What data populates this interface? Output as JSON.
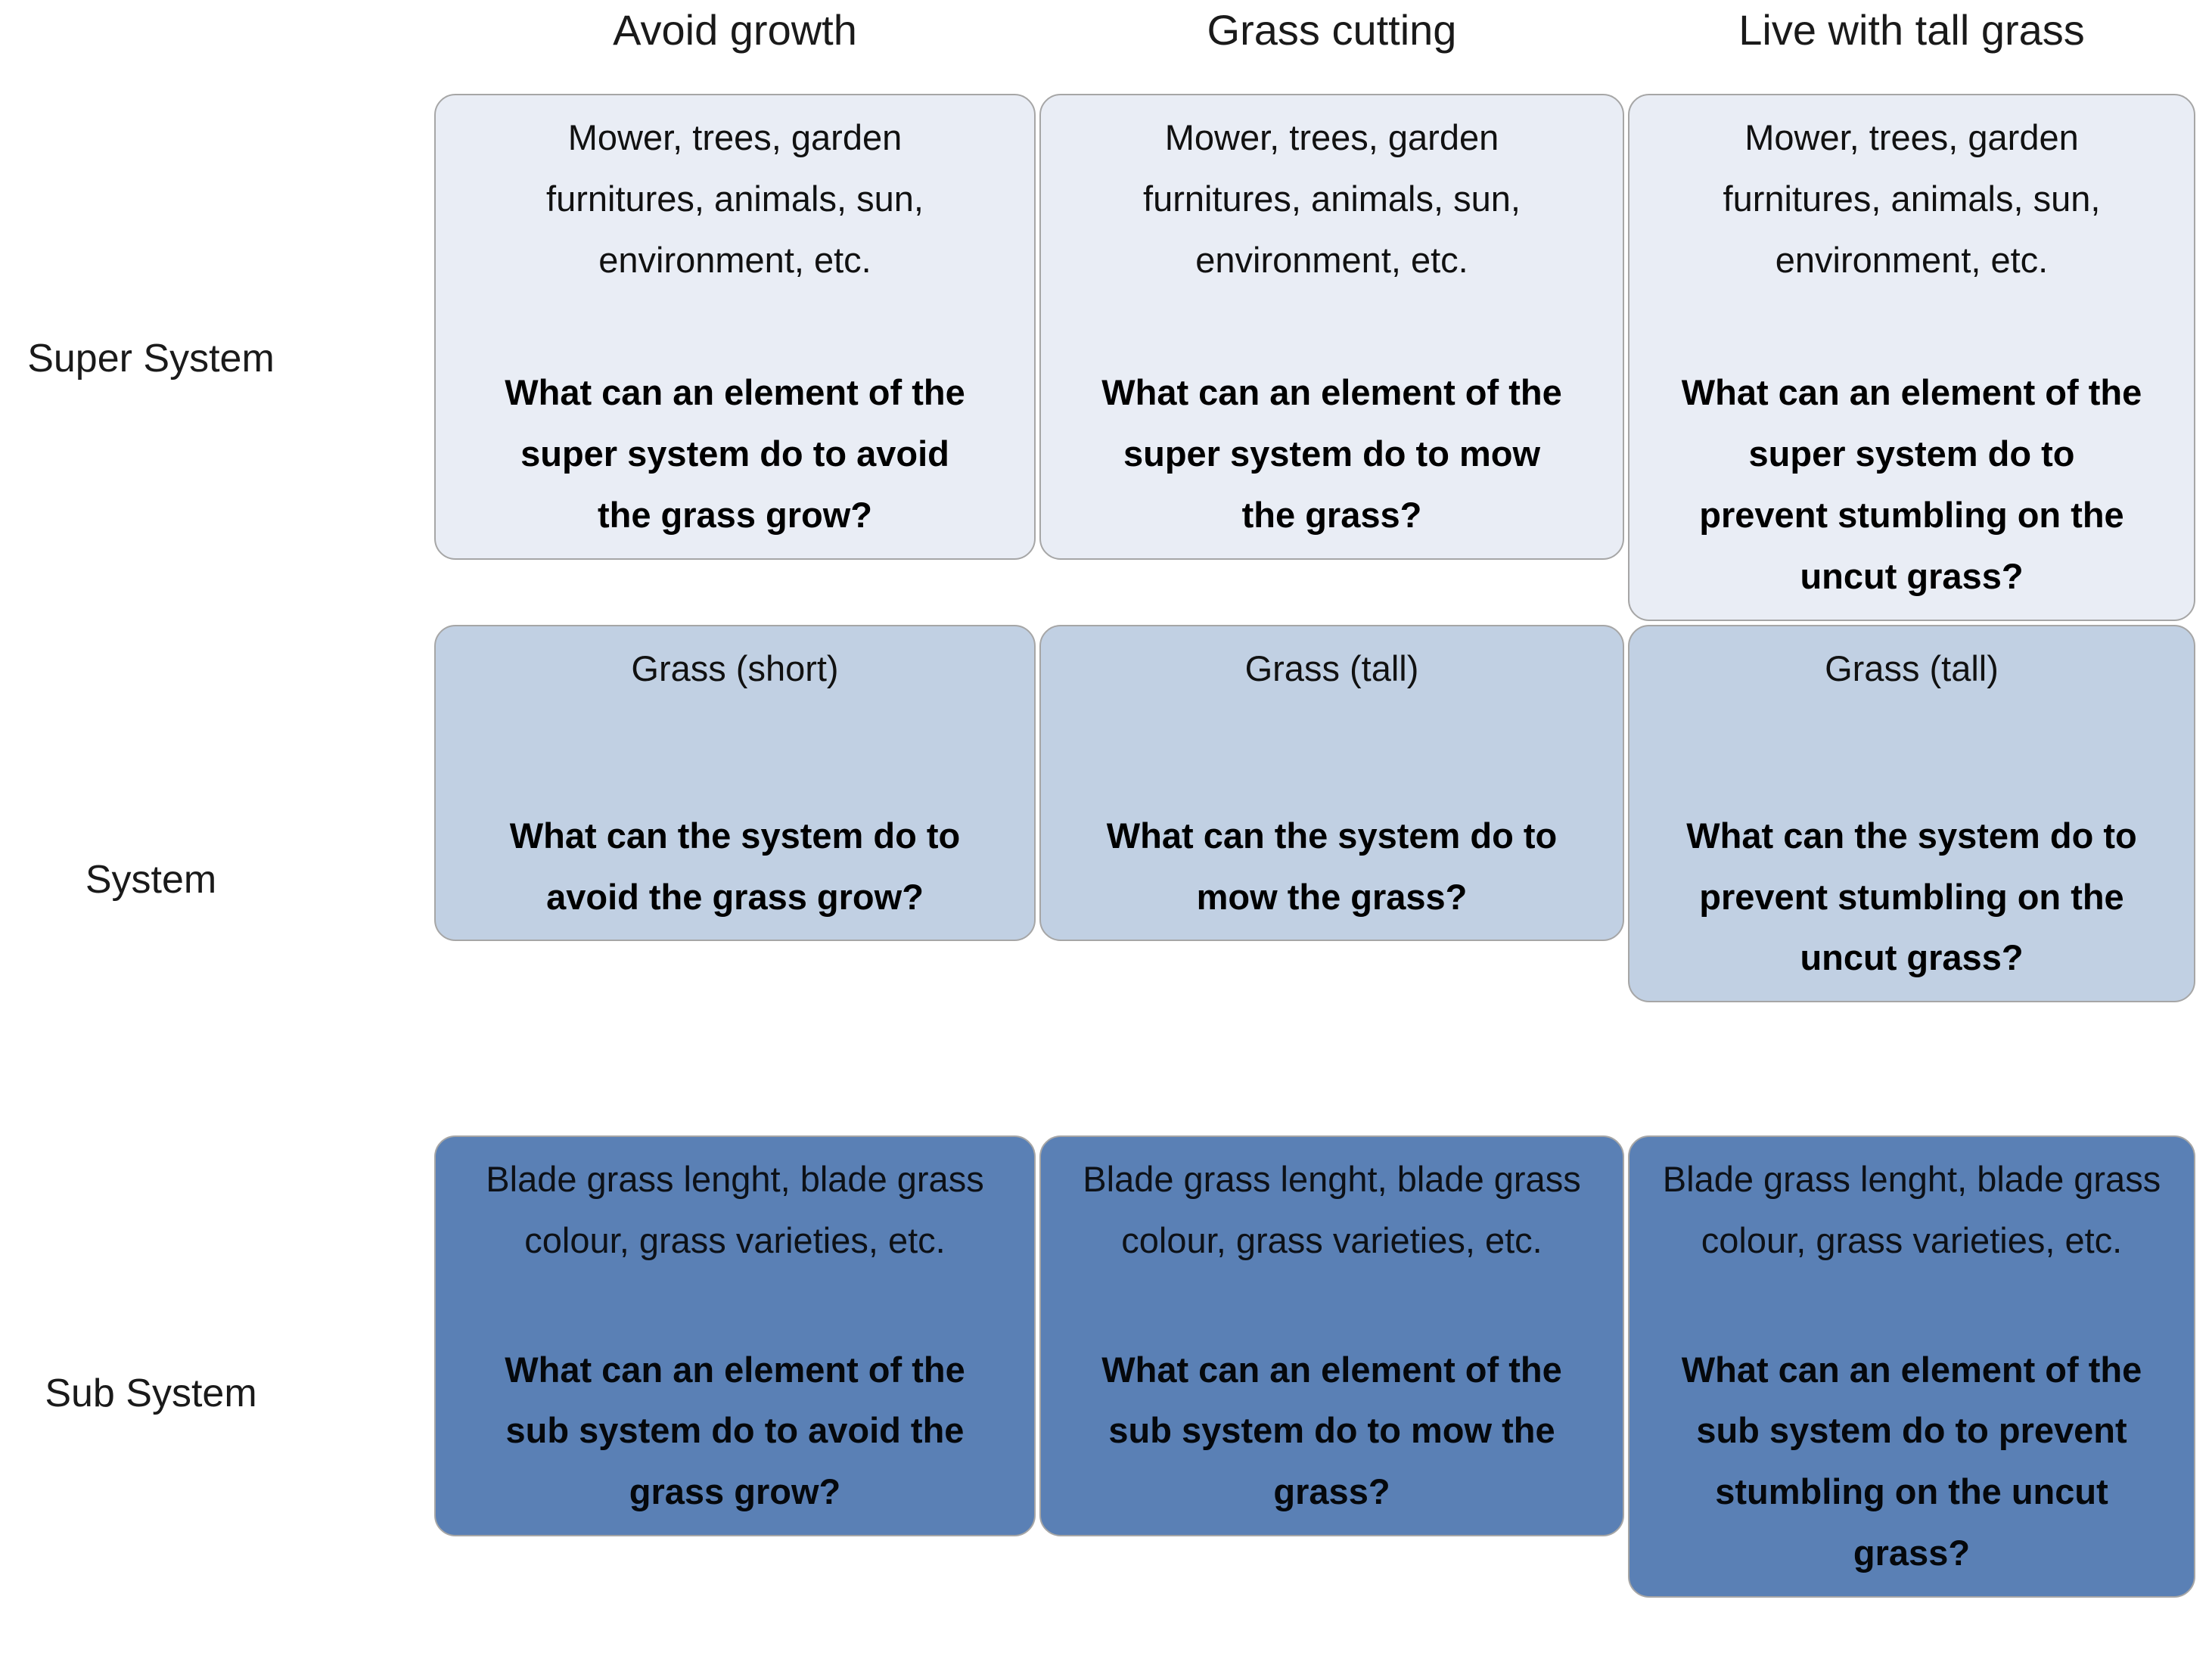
{
  "diagram": {
    "column_headers": [
      "Avoid growth",
      "Grass cutting",
      "Live with tall grass"
    ],
    "rows": [
      {
        "label": "Super System",
        "cells": [
          {
            "elements": "Mower, trees, garden furnitures, animals, sun, environment, etc.",
            "question": "What can an element of the super system do to avoid the grass grow?"
          },
          {
            "elements": "Mower, trees, garden furnitures, animals, sun, environment, etc.",
            "question": "What can an element of the super system do to mow the grass?"
          },
          {
            "elements": "Mower, trees, garden furnitures, animals, sun, environment, etc.",
            "question": "What can an element of the super system do to prevent stumbling on the uncut grass?"
          }
        ]
      },
      {
        "label": "System",
        "cells": [
          {
            "elements": "Grass (short)",
            "question": "What can the system do to avoid the grass grow?"
          },
          {
            "elements": "Grass (tall)",
            "question": "What can the system do to mow the grass?"
          },
          {
            "elements": "Grass (tall)",
            "question": "What can the system do to prevent stumbling on the uncut grass?"
          }
        ]
      },
      {
        "label": "Sub System",
        "cells": [
          {
            "elements": "Blade grass lenght, blade grass colour, grass varieties, etc.",
            "question": "What can an element of the sub system do to avoid the grass grow?"
          },
          {
            "elements": "Blade grass lenght, blade grass colour, grass varieties, etc.",
            "question": "What can an element of the sub system do to mow the grass?"
          },
          {
            "elements": "Blade grass lenght, blade grass colour, grass varieties, etc.",
            "question": "What can an element of the sub system do to prevent stumbling on the uncut grass?"
          }
        ]
      }
    ],
    "colors": {
      "super_system_fill": "#e9edf5",
      "system_fill": "#c1d0e3",
      "sub_system_fill": "#5a80b5",
      "box_border": "#a6a6a6",
      "text": "#111111"
    }
  }
}
